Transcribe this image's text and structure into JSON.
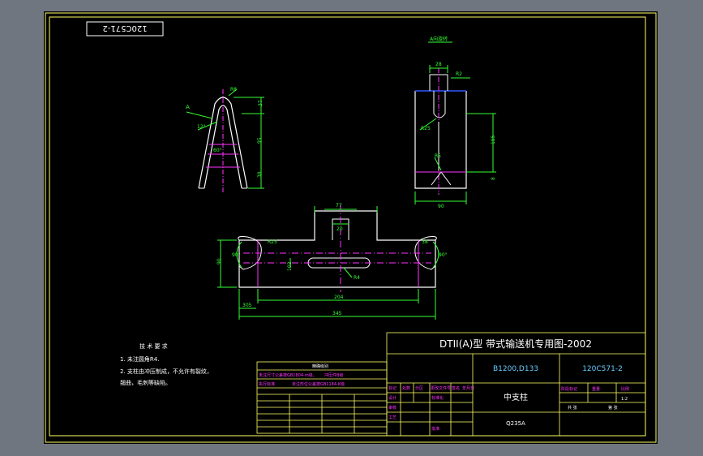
{
  "drawing_number": "120C571-2",
  "view_label": "A向旋转",
  "view_arrow_letter": "A",
  "title": "DTII(A)型 带式输送机专用图-2002",
  "spec": "B1200,D133",
  "part_number": "120C571-2",
  "part_name": "中支柱",
  "material": "Q235A",
  "tech_requirements": {
    "heading": "技 术 要 求",
    "line1": "1. 未注圆角R4.",
    "line2": "2. 支柱由冲压制成，不允许有裂纹，",
    "line3": "   翘曲，毛刺等缺陷。"
  },
  "tolerance_table": {
    "title": "精确级别",
    "note1": "未注尺寸公差按GB1804-m级，",
    "note2": "冲压件B级",
    "note3": "执行标准",
    "note4": "未注形位公差按GB1184-K级"
  },
  "title_block": {
    "col_headers": [
      "标记",
      "处数",
      "分区",
      "更改文件号",
      "签名",
      "年月日"
    ],
    "design": "设计",
    "standard": "标准化",
    "review": "审核",
    "process": "工艺",
    "approve": "批准",
    "stage_mark": "阶段标记",
    "weight": "重量",
    "scale": "比例",
    "scale_value": "1:2",
    "sheet_total": "共 张",
    "sheet_no": "第 张"
  },
  "dims": {
    "d_r8": "R8",
    "d_37": "37",
    "d_95": "95",
    "d_38": "38",
    "d_a1": "12°",
    "d_a2": "60°",
    "d_28": "28",
    "d_r": "R2",
    "d_185": "185",
    "d_ra": "R25",
    "d_8": "8",
    "d_r5": "R5",
    "d_90": "90",
    "d_77": "77",
    "d_20": "20",
    "d_102": "102",
    "d_r25": "R25",
    "d_r4": "R4",
    "d_90b": "90°",
    "d_38b": "38",
    "d_204": "204",
    "d_345": "345",
    "d_305": "305"
  },
  "colors": {
    "frame": "#ffff66",
    "outline": "#ffffff",
    "dimension": "#33ff33",
    "center": "#ff33ff",
    "text_cyan": "#66ccff",
    "background": "#000000"
  }
}
